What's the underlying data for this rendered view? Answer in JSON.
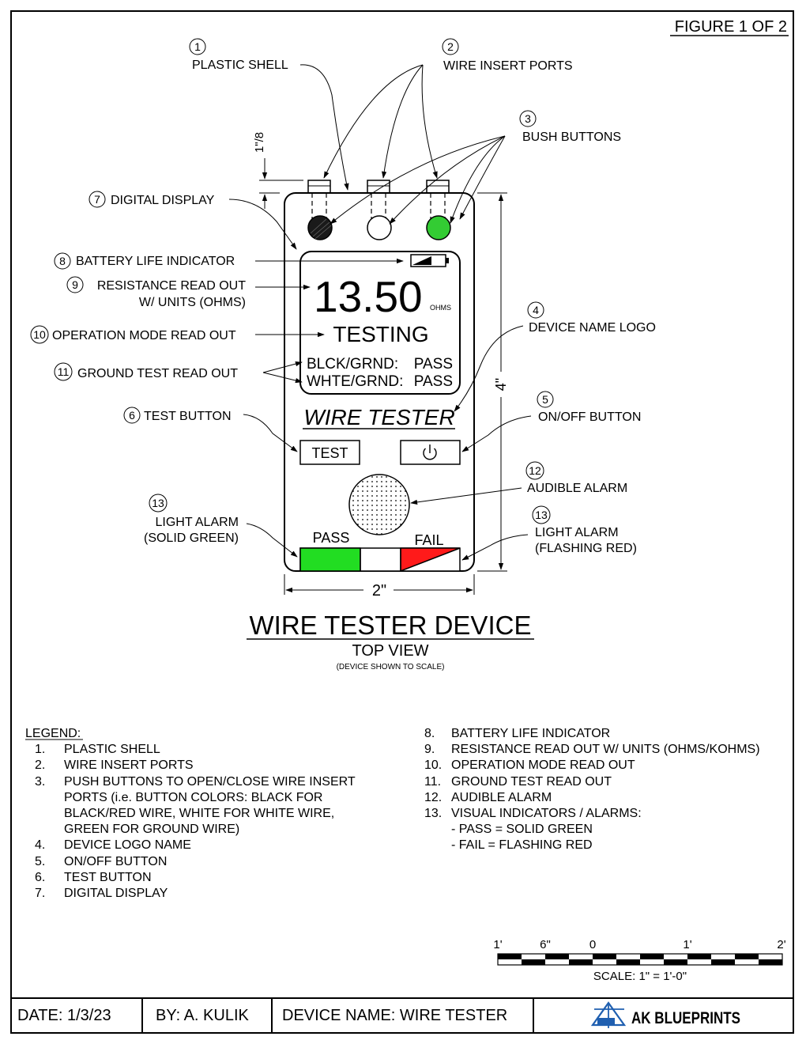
{
  "figure_label": "FIGURE 1 OF 2",
  "callouts": [
    {
      "num": "1",
      "text": "PLASTIC SHELL"
    },
    {
      "num": "2",
      "text": "WIRE INSERT PORTS"
    },
    {
      "num": "3",
      "text": "BUSH BUTTONS"
    },
    {
      "num": "4",
      "text": "DEVICE NAME LOGO"
    },
    {
      "num": "5",
      "text": "ON/OFF BUTTON"
    },
    {
      "num": "6",
      "text": "TEST BUTTON"
    },
    {
      "num": "7",
      "text": "DIGITAL DISPLAY"
    },
    {
      "num": "8",
      "text": "BATTERY LIFE INDICATOR"
    },
    {
      "num": "9",
      "text": "RESISTANCE READ OUT",
      "text2": "W/ UNITS (OHMS)"
    },
    {
      "num": "10",
      "text": "OPERATION MODE READ OUT"
    },
    {
      "num": "11",
      "text": "GROUND TEST READ OUT"
    },
    {
      "num": "12",
      "text": "AUDIBLE ALARM"
    },
    {
      "num": "13",
      "text": "LIGHT ALARM",
      "text2": "(SOLID GREEN)"
    },
    {
      "num": "13",
      "text": "LIGHT ALARM",
      "text2": "(FLASHING RED)"
    }
  ],
  "dimensions": {
    "thickness": "1\"/8",
    "height": "4\"",
    "width": "2\""
  },
  "display": {
    "reading": "13.50",
    "units": "OHMS",
    "mode": "TESTING",
    "ground_rows": [
      {
        "label": "BLCK/GRND:",
        "value": "PASS"
      },
      {
        "label": "WHTE/GRND:",
        "value": "PASS"
      }
    ]
  },
  "device": {
    "logo": "WIRE TESTER",
    "test_button": "TEST",
    "pass_label": "PASS",
    "fail_label": "FAIL",
    "button_colors": {
      "black": "#1a1a1a",
      "white": "#ffffff",
      "green": "#33cc33"
    },
    "pass_color": "#22dd22",
    "fail_color": "#ff1a1a"
  },
  "title": {
    "main": "WIRE TESTER DEVICE",
    "sub": "TOP VIEW",
    "note": "(DEVICE SHOWN TO SCALE)"
  },
  "legend": {
    "heading": "LEGEND:",
    "left": [
      {
        "n": "1.",
        "lines": [
          "PLASTIC SHELL"
        ]
      },
      {
        "n": "2.",
        "lines": [
          "WIRE INSERT PORTS"
        ]
      },
      {
        "n": "3.",
        "lines": [
          "PUSH BUTTONS TO OPEN/CLOSE WIRE INSERT",
          "PORTS (i.e. BUTTON COLORS: BLACK FOR",
          "BLACK/RED WIRE, WHITE FOR WHITE WIRE,",
          "GREEN FOR GROUND WIRE)"
        ]
      },
      {
        "n": "4.",
        "lines": [
          "DEVICE LOGO NAME"
        ]
      },
      {
        "n": "5.",
        "lines": [
          "ON/OFF BUTTON"
        ]
      },
      {
        "n": "6.",
        "lines": [
          "TEST BUTTON"
        ]
      },
      {
        "n": "7.",
        "lines": [
          "DIGITAL DISPLAY"
        ]
      }
    ],
    "right": [
      {
        "n": "8.",
        "lines": [
          "BATTERY LIFE INDICATOR"
        ]
      },
      {
        "n": "9.",
        "lines": [
          "RESISTANCE READ OUT W/ UNITS (OHMS/KOHMS)"
        ]
      },
      {
        "n": "10.",
        "lines": [
          "OPERATION MODE READ OUT"
        ]
      },
      {
        "n": "11.",
        "lines": [
          "GROUND TEST READ OUT"
        ]
      },
      {
        "n": "12.",
        "lines": [
          "AUDIBLE ALARM"
        ]
      },
      {
        "n": "13.",
        "lines": [
          "VISUAL INDICATORS / ALARMS:",
          "- PASS = SOLID GREEN",
          "- FAIL = FLASHING RED"
        ]
      }
    ]
  },
  "scale": {
    "ticks": [
      "1'",
      "6\"",
      "0",
      "1'",
      "2'"
    ],
    "caption": "SCALE: 1\" = 1'-0\""
  },
  "title_block": {
    "date": "DATE: 1/3/23",
    "by": "BY: A. KULIK",
    "device_name": "DEVICE NAME: WIRE TESTER",
    "company": "AK BLUEPRINTS",
    "brand_color": "#1f5fb0"
  }
}
